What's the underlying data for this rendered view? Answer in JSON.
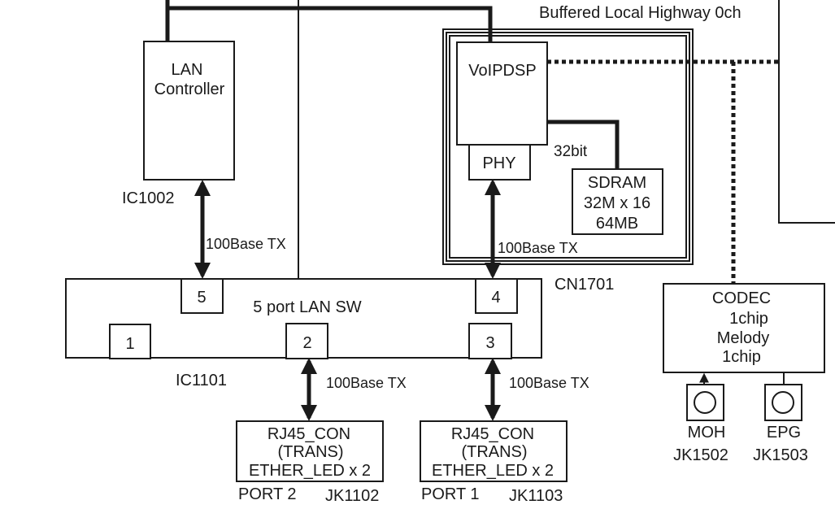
{
  "header": {
    "highway_label": "Buffered Local Highway 0ch"
  },
  "lan_controller": {
    "line1": "LAN",
    "line2": "Controller",
    "ref": "IC1002"
  },
  "dsp_block": {
    "voip_dsp": "VoIPDSP",
    "phy": "PHY",
    "bus_width": "32bit",
    "sdram": [
      "SDRAM",
      "32M x 16",
      "64MB"
    ],
    "ref": "CN1701"
  },
  "lan_switch": {
    "title": "5 port LAN SW",
    "ref": "IC1101",
    "ports": [
      "1",
      "2",
      "3",
      "4",
      "5"
    ]
  },
  "link_labels": {
    "controller_link": "100Base TX",
    "dsp_link": "100Base TX",
    "port2_link": "100Base TX",
    "port3_link": "100Base TX"
  },
  "rj45_left": {
    "lines": [
      "RJ45_CON",
      "(TRANS)",
      "ETHER_LED x 2"
    ],
    "port": "PORT 2",
    "ref": "JK1102"
  },
  "rj45_right": {
    "lines": [
      "RJ45_CON",
      "(TRANS)",
      "ETHER_LED x 2"
    ],
    "port": "PORT 1",
    "ref": "JK1103"
  },
  "codec": {
    "lines": [
      "CODEC",
      "1chip",
      "Melody",
      "1chip"
    ]
  },
  "jacks": [
    {
      "name": "MOH",
      "ref": "JK1502"
    },
    {
      "name": "EPG",
      "ref": "JK1503"
    }
  ]
}
